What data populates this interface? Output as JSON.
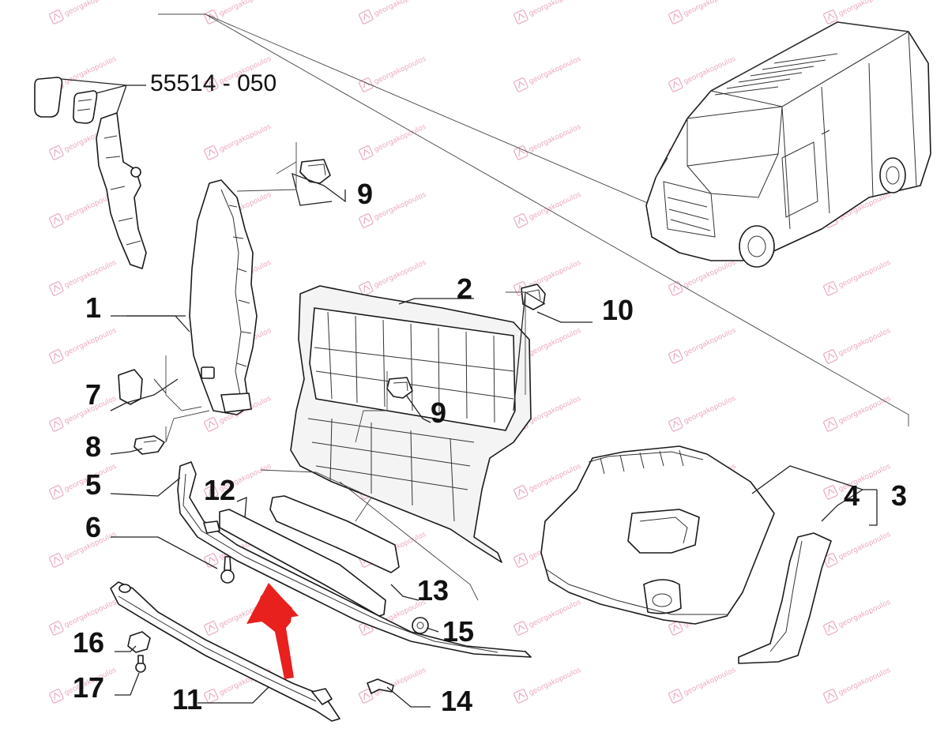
{
  "part_code": "55514 - 050",
  "callouts": {
    "c1": "1",
    "c2": "2",
    "c3": "3",
    "c4": "4",
    "c5": "5",
    "c6": "6",
    "c7": "7",
    "c8": "8",
    "c9a": "9",
    "c9b": "9",
    "c10": "10",
    "c11": "11",
    "c12": "12",
    "c13": "13",
    "c14": "14",
    "c15": "15",
    "c16": "16",
    "c17": "17"
  },
  "watermark": {
    "text": "georgakopoulos",
    "color": "#e48ca6"
  },
  "colors": {
    "line": "#1a1a1a",
    "arrow": "#e8201e"
  }
}
